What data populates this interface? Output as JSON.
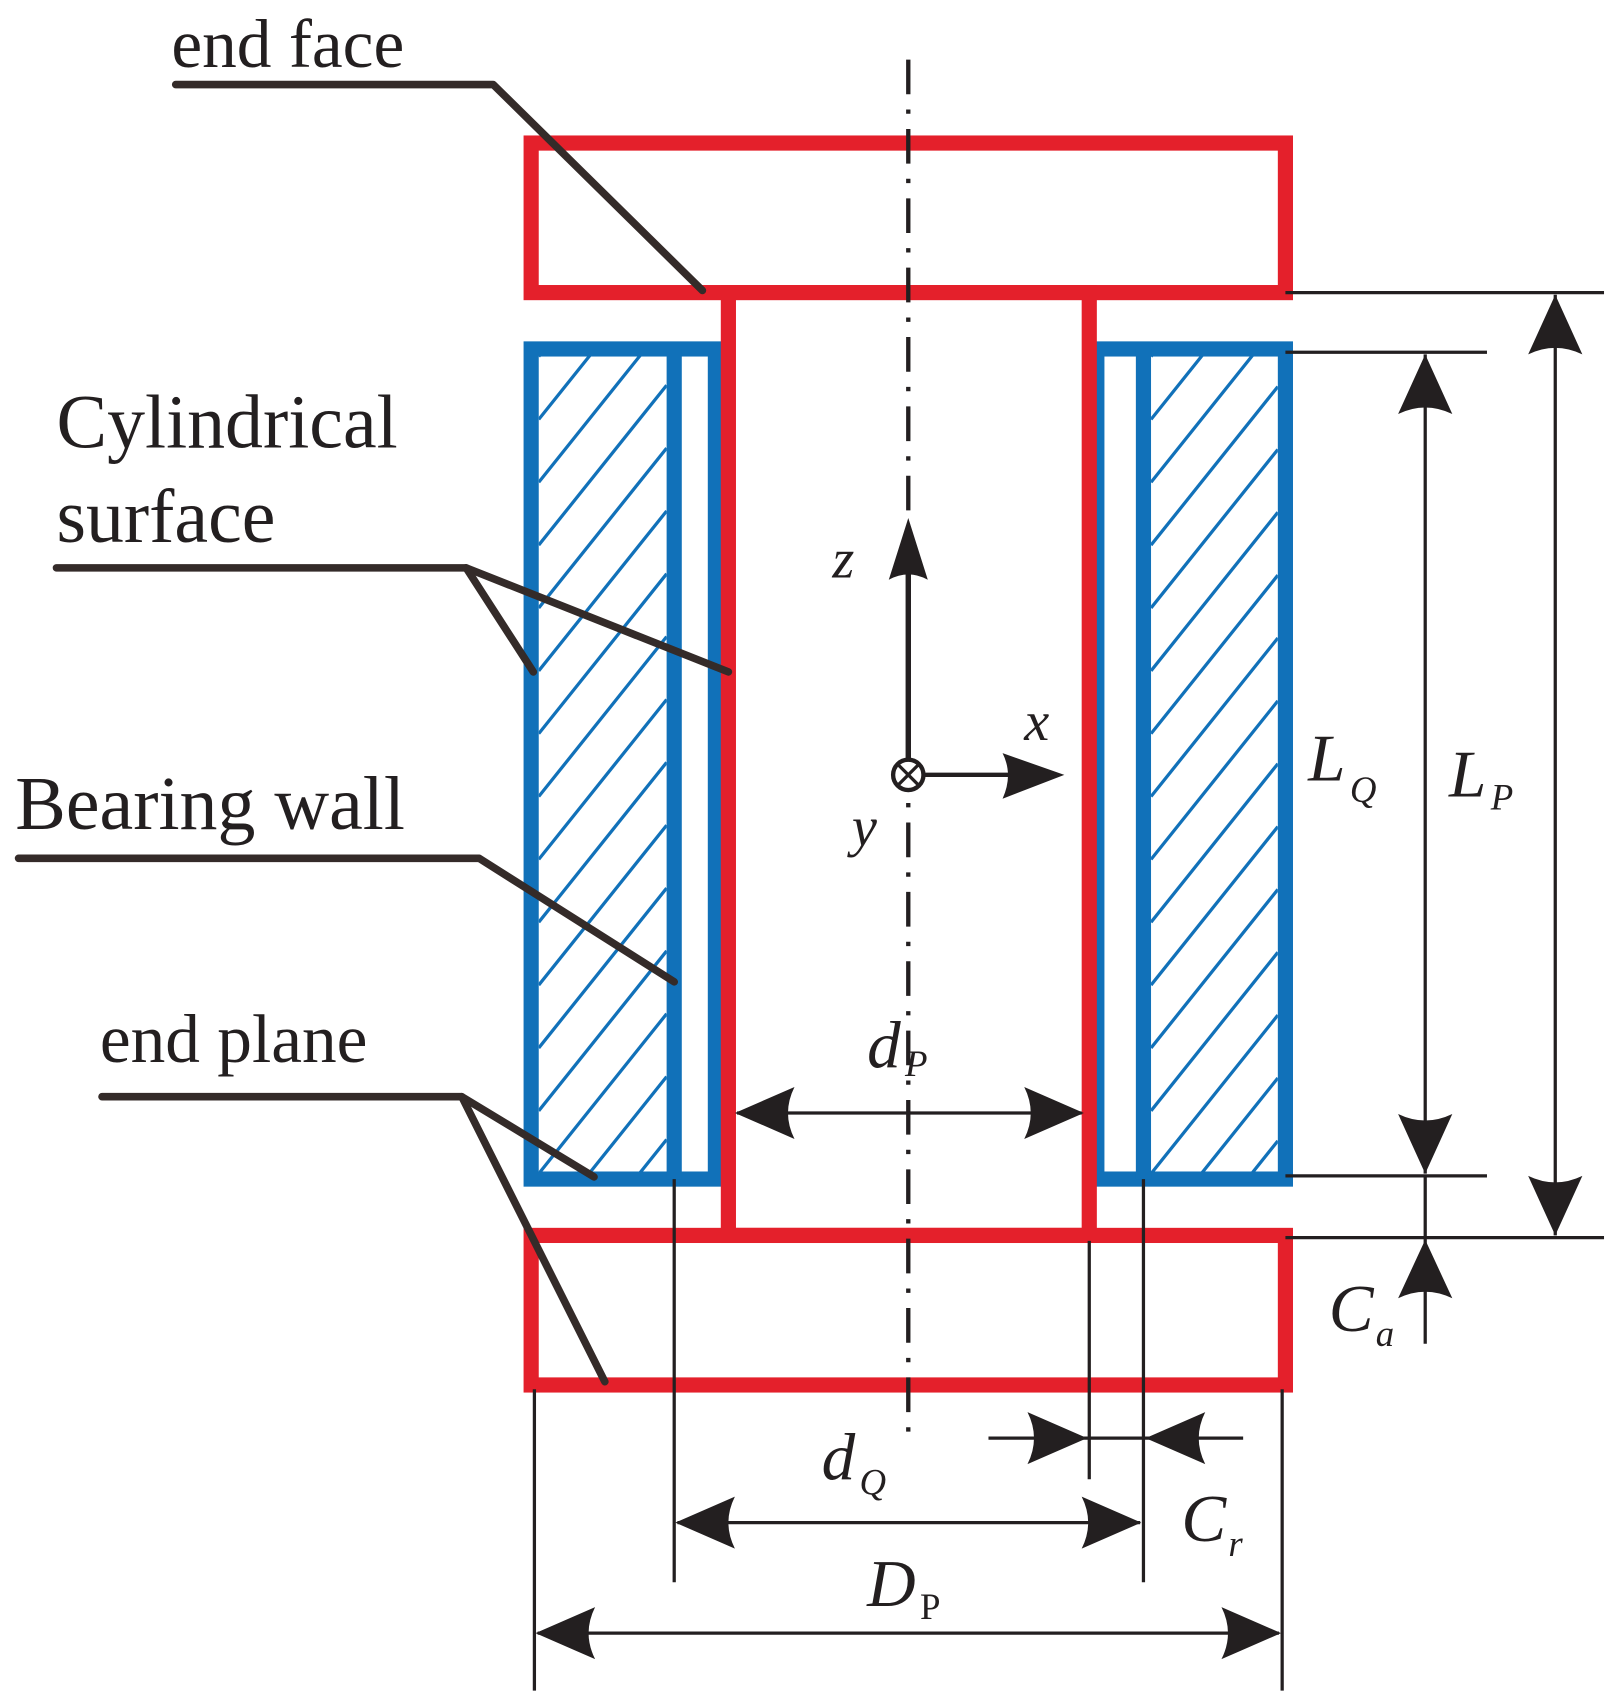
{
  "figure": {
    "type": "bearing-cross-section-schematic",
    "colors": {
      "journal": "#e4202b",
      "bearing": "#1171b9",
      "annotation": "#231f20"
    }
  },
  "callouts": {
    "end_face": "end face",
    "cylindrical_surface_line1": "Cylindrical",
    "cylindrical_surface_line2": "surface",
    "bearing_wall": "Bearing wall",
    "end_plane": "end plane"
  },
  "axes": {
    "z": "z",
    "x": "x",
    "y": "y",
    "y_symbol": "into-page-icon"
  },
  "dimensions": {
    "L_Q": {
      "main": "L",
      "sub": "Q"
    },
    "L_P": {
      "main": "L",
      "sub": "P"
    },
    "d_P": {
      "main": "d",
      "sub": "P"
    },
    "d_Q": {
      "main": "d",
      "sub": "Q"
    },
    "D_P": {
      "main": "D",
      "sub": "P"
    },
    "C_a": {
      "main": "C",
      "sub": "a"
    },
    "C_r": {
      "main": "C",
      "sub": "r"
    }
  }
}
